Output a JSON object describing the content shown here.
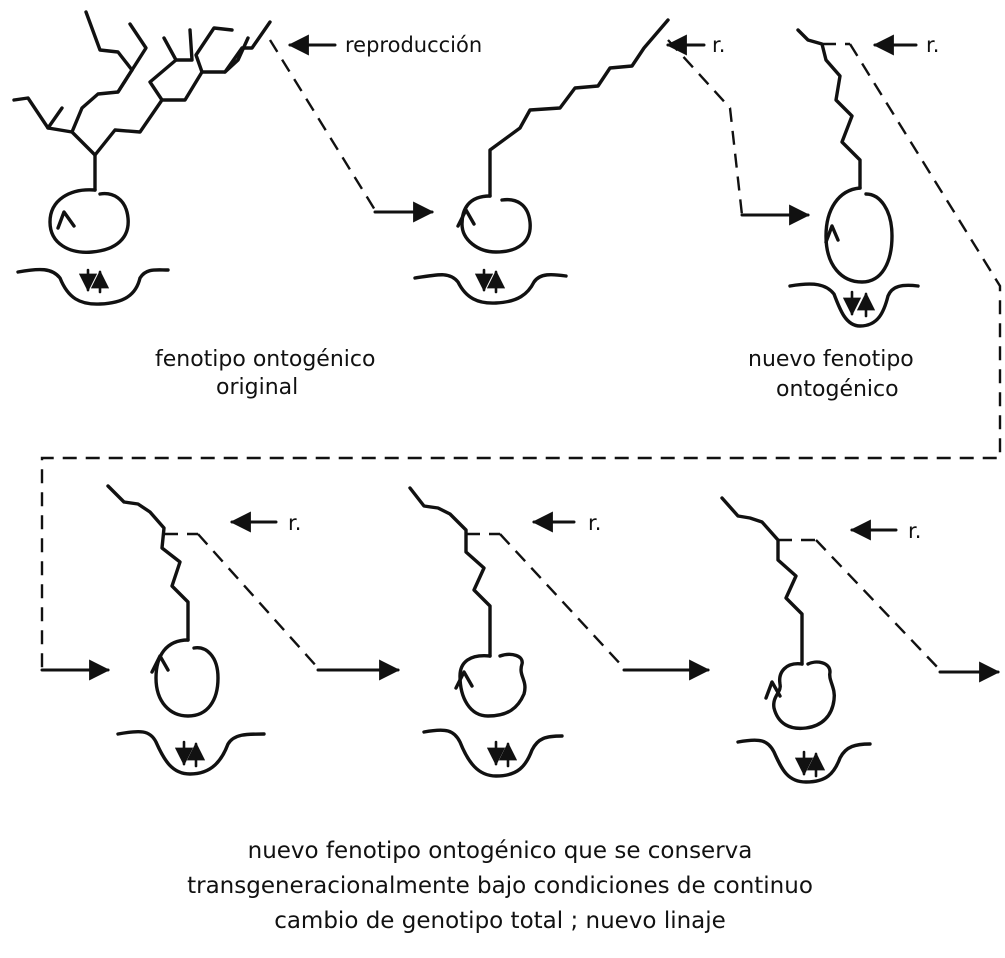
{
  "labels": {
    "reproduction": "reproducción",
    "r_short": "r.",
    "caption_original_line1": "fenotipo ontogénico",
    "caption_original_line2": "original",
    "caption_new_line1": "nuevo fenotipo",
    "caption_new_line2": "ontogénico",
    "caption_bottom_line1": "nuevo fenotipo ontogénico que se conserva",
    "caption_bottom_line2": "transgeneracionalmente bajo condiciones de continuo",
    "caption_bottom_line3": "cambio de genotipo total ; nuevo linaje"
  }
}
